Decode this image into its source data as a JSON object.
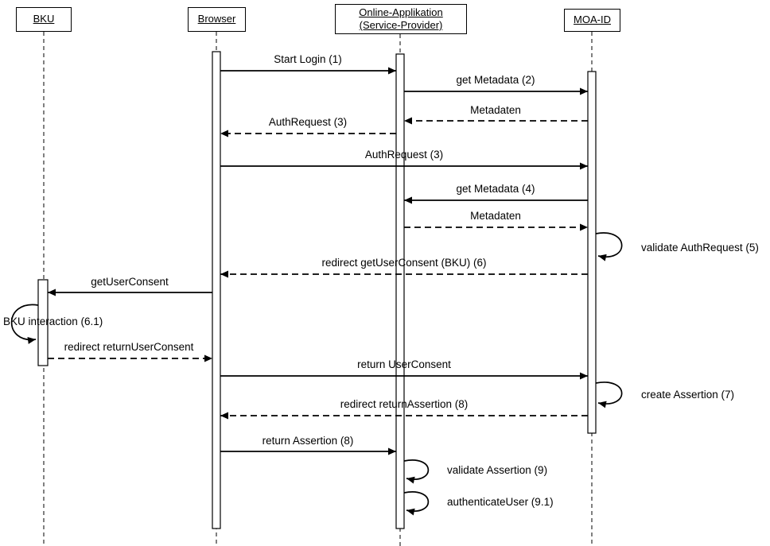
{
  "diagram": {
    "type": "uml-sequence",
    "colors": {
      "line": "#000000",
      "background": "#ffffff"
    },
    "actors": [
      {
        "id": "bku",
        "label": "BKU"
      },
      {
        "id": "browser",
        "label": "Browser"
      },
      {
        "id": "online-applikation",
        "label": "Online-Applikation (Service-Provider)"
      },
      {
        "id": "moa-id",
        "label": "MOA-ID"
      }
    ],
    "messages": [
      {
        "label": "Start Login (1)",
        "from": "Browser",
        "to": "Online-Applikation",
        "style": "solid"
      },
      {
        "label": "get Metadata (2)",
        "from": "Online-Applikation",
        "to": "MOA-ID",
        "style": "solid"
      },
      {
        "label": "Metadaten",
        "from": "MOA-ID",
        "to": "Online-Applikation",
        "style": "dashed"
      },
      {
        "label": "AuthRequest (3)",
        "from": "Online-Applikation",
        "to": "Browser",
        "style": "dashed"
      },
      {
        "label": "AuthRequest (3)",
        "from": "Browser",
        "to": "MOA-ID",
        "style": "solid"
      },
      {
        "label": "get Metadata (4)",
        "from": "MOA-ID",
        "to": "Online-Applikation",
        "style": "solid"
      },
      {
        "label": "Metadaten",
        "from": "Online-Applikation",
        "to": "MOA-ID",
        "style": "dashed"
      },
      {
        "label": "validate AuthRequest (5)",
        "from": "MOA-ID",
        "to": "MOA-ID",
        "style": "self-loop"
      },
      {
        "label": "redirect getUserConsent (BKU) (6)",
        "from": "MOA-ID",
        "to": "Browser",
        "style": "dashed"
      },
      {
        "label": "getUserConsent",
        "from": "Browser",
        "to": "BKU",
        "style": "solid"
      },
      {
        "label": "BKU interaction (6.1)",
        "from": "BKU",
        "to": "BKU",
        "style": "self-loop"
      },
      {
        "label": "redirect returnUserConsent",
        "from": "BKU",
        "to": "Browser",
        "style": "dashed"
      },
      {
        "label": "return UserConsent",
        "from": "Browser",
        "to": "MOA-ID",
        "style": "solid"
      },
      {
        "label": "create Assertion (7)",
        "from": "MOA-ID",
        "to": "MOA-ID",
        "style": "self-loop"
      },
      {
        "label": "redirect returnAssertion (8)",
        "from": "MOA-ID",
        "to": "Browser",
        "style": "dashed"
      },
      {
        "label": "return Assertion (8)",
        "from": "Browser",
        "to": "Online-Applikation",
        "style": "solid"
      },
      {
        "label": "validate Assertion (9)",
        "from": "Online-Applikation",
        "to": "Online-Applikation",
        "style": "self-loop"
      },
      {
        "label": "authenticateUser (9.1)",
        "from": "Online-Applikation",
        "to": "Online-Applikation",
        "style": "self-loop"
      }
    ]
  }
}
